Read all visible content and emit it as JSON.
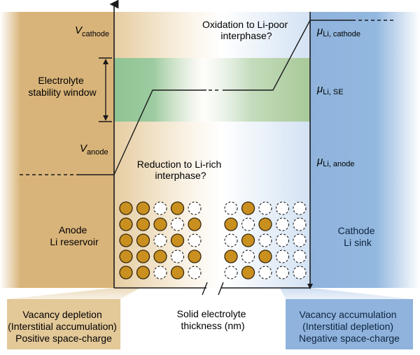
{
  "colors": {
    "anode": "#d9b47a",
    "cathode": "#8fb3dc",
    "green": "#8fc494",
    "atom": "#c9901f",
    "line": "#1a1a1a"
  },
  "left_axis": {
    "v_cathode_main": "V",
    "v_cathode_sub": "cathode",
    "v_anode_main": "V",
    "v_anode_sub": "anode",
    "window_label_line1": "Electrolyte",
    "window_label_line2": "stability window"
  },
  "right_axis": {
    "mu_cathode_main": "μ",
    "mu_cathode_sub": "Li, cathode",
    "mu_se_main": "μ",
    "mu_se_sub": "Li, SE",
    "mu_anode_main": "μ",
    "mu_anode_sub": "Li, anode"
  },
  "annotations": {
    "oxidation_line1": "Oxidation to Li-poor",
    "oxidation_line2": "interphase?",
    "reduction_line1": "Reduction to Li-rich",
    "reduction_line2": "interphase?"
  },
  "regions": {
    "anode_line1": "Anode",
    "anode_line2": "Li reservoir",
    "cathode_line1": "Cathode",
    "cathode_line2": "Li sink"
  },
  "x_axis_label_line1": "Solid electrolyte",
  "x_axis_label_line2": "thickness (nm)",
  "callouts": {
    "left": [
      "Vacancy depletion",
      "(Interstitial accumulation)",
      "Positive space-charge"
    ],
    "right": [
      "Vacancy accumulation",
      "(Interstitial depletion)",
      "Negative space-charge"
    ]
  },
  "lattice_left": [
    [
      1,
      1,
      0,
      1,
      0
    ],
    [
      1,
      1,
      1,
      0,
      1
    ],
    [
      1,
      1,
      0,
      1,
      0
    ],
    [
      1,
      1,
      1,
      0,
      1
    ],
    [
      1,
      1,
      0,
      1,
      0
    ]
  ],
  "lattice_right": [
    [
      0,
      1,
      0,
      0,
      0
    ],
    [
      1,
      0,
      1,
      0,
      0
    ],
    [
      0,
      1,
      0,
      0,
      0
    ],
    [
      1,
      0,
      1,
      0,
      0
    ],
    [
      0,
      1,
      0,
      0,
      0
    ]
  ]
}
